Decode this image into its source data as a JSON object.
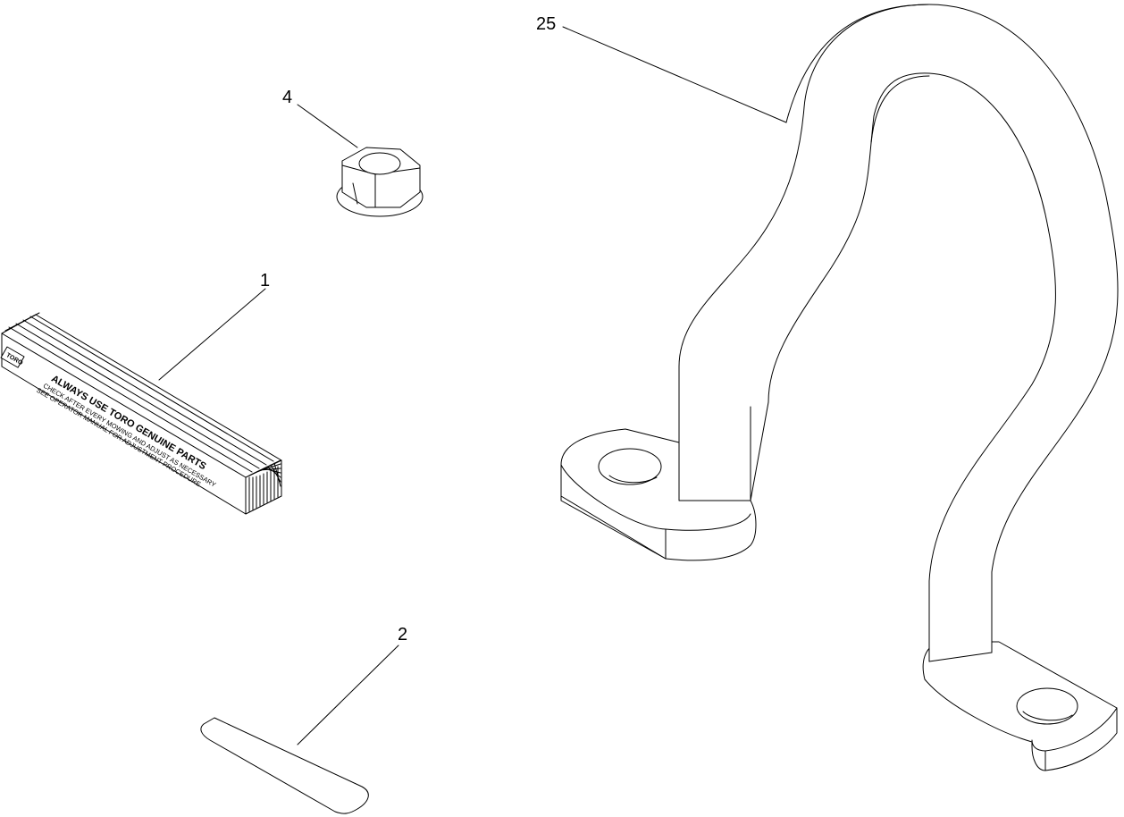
{
  "callouts": {
    "part_1": "1",
    "part_2": "2",
    "part_4": "4",
    "part_25": "25"
  },
  "decal": {
    "brand": "TORO",
    "headline": "ALWAYS USE TORO GENUINE PARTS",
    "line_1": "CHECK AFTER EVERY MOWING AND ADJUST AS NECESSARY",
    "line_2": "SEE OPERATOR MANUAL FOR ADJUSTMENT PROCEDURE"
  },
  "colors": {
    "line": "#000000",
    "background": "#ffffff"
  }
}
